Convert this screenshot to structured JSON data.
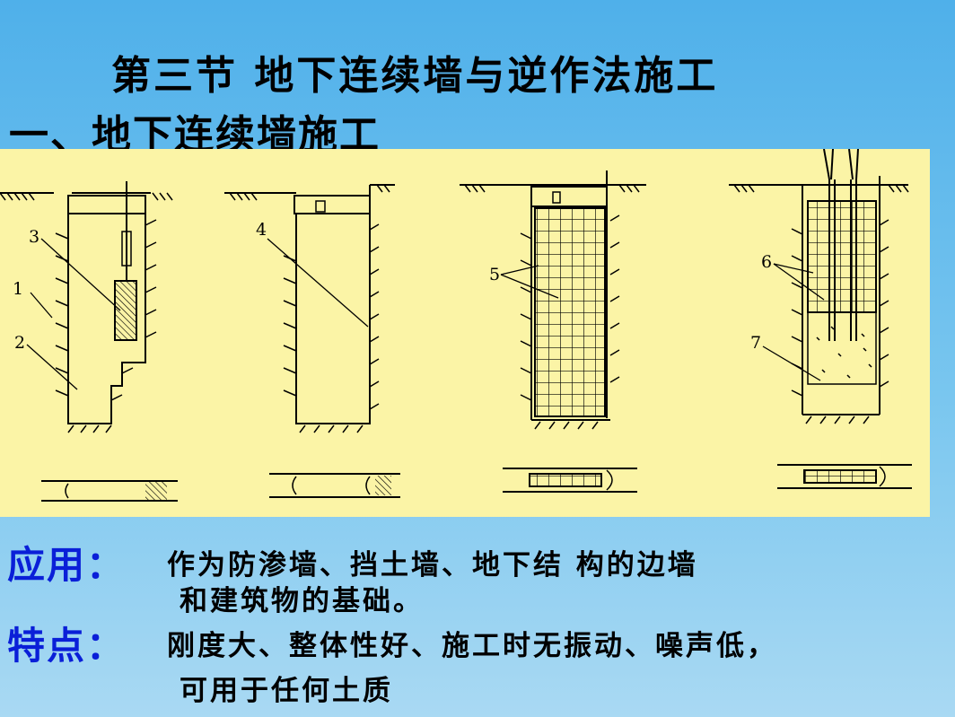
{
  "title": "第三节  地下连续墙与逆作法施工",
  "subtitle": "一、地下连续墙施工",
  "diagram": {
    "labels": [
      "1",
      "2",
      "3",
      "4",
      "5",
      "6",
      "7"
    ]
  },
  "application": {
    "label": "应用：",
    "line1": "作为防渗墙、挡土墙、地下结  构的边墙",
    "line2": "和建筑物的基础。"
  },
  "features": {
    "label": "特点：",
    "line1": "刚度大、整体性好、施工时无振动、噪声低，",
    "line2": "可用于任何土质"
  },
  "colors": {
    "background": "#5bb8ec",
    "panel": "#fbf4a6",
    "label_blue": "#0a1fd8"
  }
}
